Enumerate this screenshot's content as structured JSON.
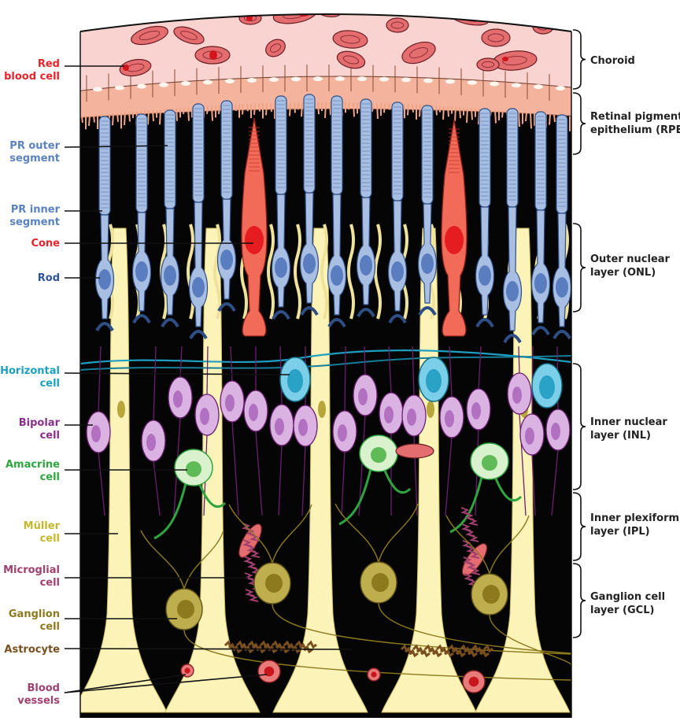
{
  "colors": {
    "red": "#e8232b",
    "blue_dark": "#2e5597",
    "blue_light": "#5a82c0",
    "cyan": "#1d9fc1",
    "purple": "#8b2f8f",
    "green": "#2fa540",
    "yellow": "#c4b72a",
    "mauve": "#a0406e",
    "olive": "#8d7a1e",
    "brown": "#7a4f1f",
    "dark": "#222222"
  },
  "left_labels": [
    {
      "line1": "Red",
      "line2": "blood cell",
      "color": "red"
    },
    {
      "line1": "PR outer",
      "line2": "segment",
      "color": "blue_light"
    },
    {
      "line1": "PR inner",
      "line2": "segment",
      "color": "blue_light"
    },
    {
      "line1": "Cone",
      "line2": "",
      "color": "red"
    },
    {
      "line1": "Rod",
      "line2": "",
      "color": "blue_dark"
    },
    {
      "line1": "Horizontal",
      "line2": "cell",
      "color": "cyan"
    },
    {
      "line1": "Bipolar",
      "line2": "cell",
      "color": "purple"
    },
    {
      "line1": "Amacrine",
      "line2": "cell",
      "color": "green"
    },
    {
      "line1": "Müller",
      "line2": "cell",
      "color": "yellow"
    },
    {
      "line1": "Microglial",
      "line2": "cell",
      "color": "mauve"
    },
    {
      "line1": "Ganglion",
      "line2": "cell",
      "color": "olive"
    },
    {
      "line1": "Astrocyte",
      "line2": "",
      "color": "brown"
    },
    {
      "line1": "Blood",
      "line2": "vessels",
      "color": "mauve"
    }
  ],
  "right_labels": [
    {
      "line1": "Choroid",
      "line2": ""
    },
    {
      "line1": "Retinal pigment",
      "line2": "epithelium (RPE)"
    },
    {
      "line1": "Outer nuclear",
      "line2": "layer (ONL)"
    },
    {
      "line1": "Inner nuclear",
      "line2": "layer (INL)"
    },
    {
      "line1": "Inner plexiform",
      "line2": "layer (IPL)"
    },
    {
      "line1": "Ganglion cell",
      "line2": "layer (GCL)"
    }
  ]
}
